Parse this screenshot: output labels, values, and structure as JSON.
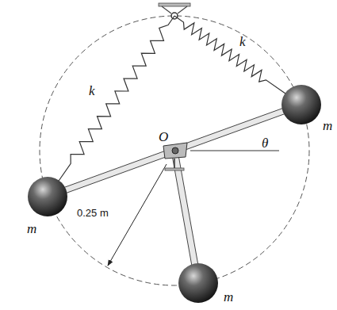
{
  "diagram": {
    "labels": [
      "k",
      "k",
      "m",
      "m",
      "m",
      "O",
      "θ",
      "0.25 m"
    ]
  }
}
